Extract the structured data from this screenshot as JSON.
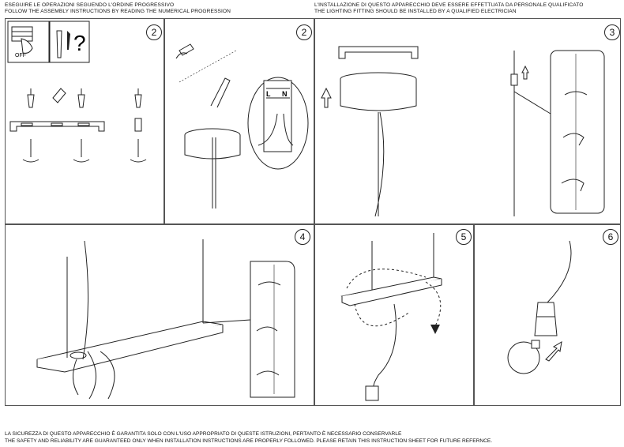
{
  "header": {
    "left_line1": "ESEGUIRE LE OPERAZIONI SEGUENDO L'ORDINE PROGRESSIVO",
    "left_line2": "FOLLOW THE ASSEMBLY INSTRUCTIONS BY READING THE NUMERICAL PROGRESSION",
    "right_line1": "L'INSTALLAZIONE DI QUESTO APPARECCHIO DEVE ESSERE EFFETTUATA DA PERSONALE QUALIFICATO",
    "right_line2": "THE LIGHTING FITTING SHOULD BE INSTALLED BY A QUALIFIED ELECTRICIAN"
  },
  "steps": {
    "p1": "2",
    "p2": "2",
    "p3": "3",
    "p4": "4",
    "p5": "5",
    "p6": "6"
  },
  "labels": {
    "off": "OFF",
    "question": "?",
    "wire_l": "L",
    "wire_n": "N"
  },
  "footer": {
    "line1": "LA SICUREZZA DI QUESTO APPARECCHIO È GARANTITA SOLO CON L'USO APPROPRIATO DI QUESTE ISTRUZIONI, PERTANTO È NECESSARIO CONSERVARLE",
    "line2": "THE SAFETY AND RELIABILITY ARE GUARANTEED ONLY WHEN INSTALLATION INSTRUCTIONS ARE PROPERLY FOLLOWED. PLEASE RETAIN THIS INSTRUCTION SHEET FOR FUTURE REFERNCE."
  },
  "icons": [
    "power-off-icon",
    "tools-icon",
    "screw-anchor-icon",
    "ceiling-bracket-icon",
    "terminal-block-icon",
    "arrow-up-icon",
    "cable-gripper-icon",
    "dashed-arrow-icon",
    "light-bulb-icon"
  ]
}
